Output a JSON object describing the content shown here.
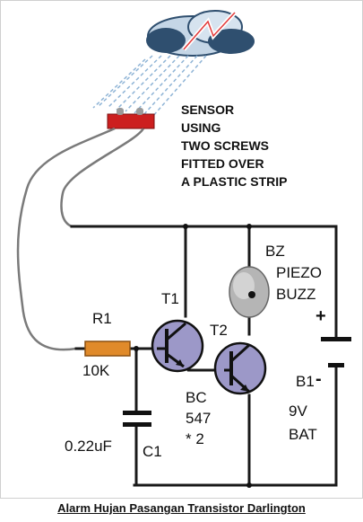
{
  "sensor_note": [
    "SENSOR",
    "USING",
    "TWO SCREWS",
    "FITTED OVER",
    "A PLASTIC STRIP"
  ],
  "components": {
    "r1": {
      "ref": "R1",
      "value": "10K"
    },
    "c1": {
      "ref": "C1",
      "value": "0.22uF"
    },
    "t1": {
      "ref": "T1"
    },
    "t2": {
      "ref": "T2"
    },
    "transistor_type": [
      "BC",
      "547",
      "* 2"
    ],
    "bz": {
      "ref": "BZ",
      "desc": [
        "PIEZO",
        "BUZZ"
      ]
    },
    "b1": {
      "ref": "B1",
      "desc": [
        "9V",
        "BAT"
      ],
      "plus": "+",
      "minus": "-"
    }
  },
  "caption": "Alarm Hujan Pasangan Transistor Darlington",
  "colors": {
    "cloud": "#b8cde0",
    "cloud_dark": "#2f4f6f",
    "sensor": "#cc1f1f",
    "resistor": "#e08a2a",
    "wire": "#1a1a1a",
    "probe_wire": "#7a7a7a"
  }
}
